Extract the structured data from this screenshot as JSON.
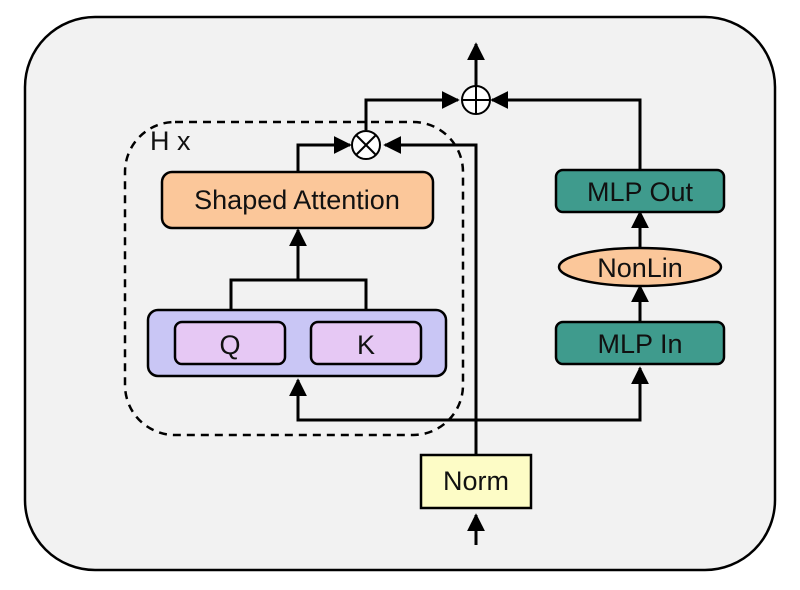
{
  "diagram": {
    "repeat_label": "H x",
    "shaped_attention": "Shaped Attention",
    "q_label": "Q",
    "k_label": "K",
    "mlp_out": "MLP Out",
    "nonlin": "NonLin",
    "mlp_in": "MLP In",
    "norm": "Norm",
    "multiply_symbol": "⊗",
    "add_symbol": "⊕"
  },
  "colors": {
    "panel_fill": "#f2f2f2",
    "attention_fill": "#fbc79a",
    "qk_container_fill": "#c9c6f5",
    "qk_box_fill": "#e6c8f4",
    "mlp_fill": "#3f9b8d",
    "nonlin_fill": "#fbc79a",
    "norm_fill": "#fdfcc6"
  }
}
